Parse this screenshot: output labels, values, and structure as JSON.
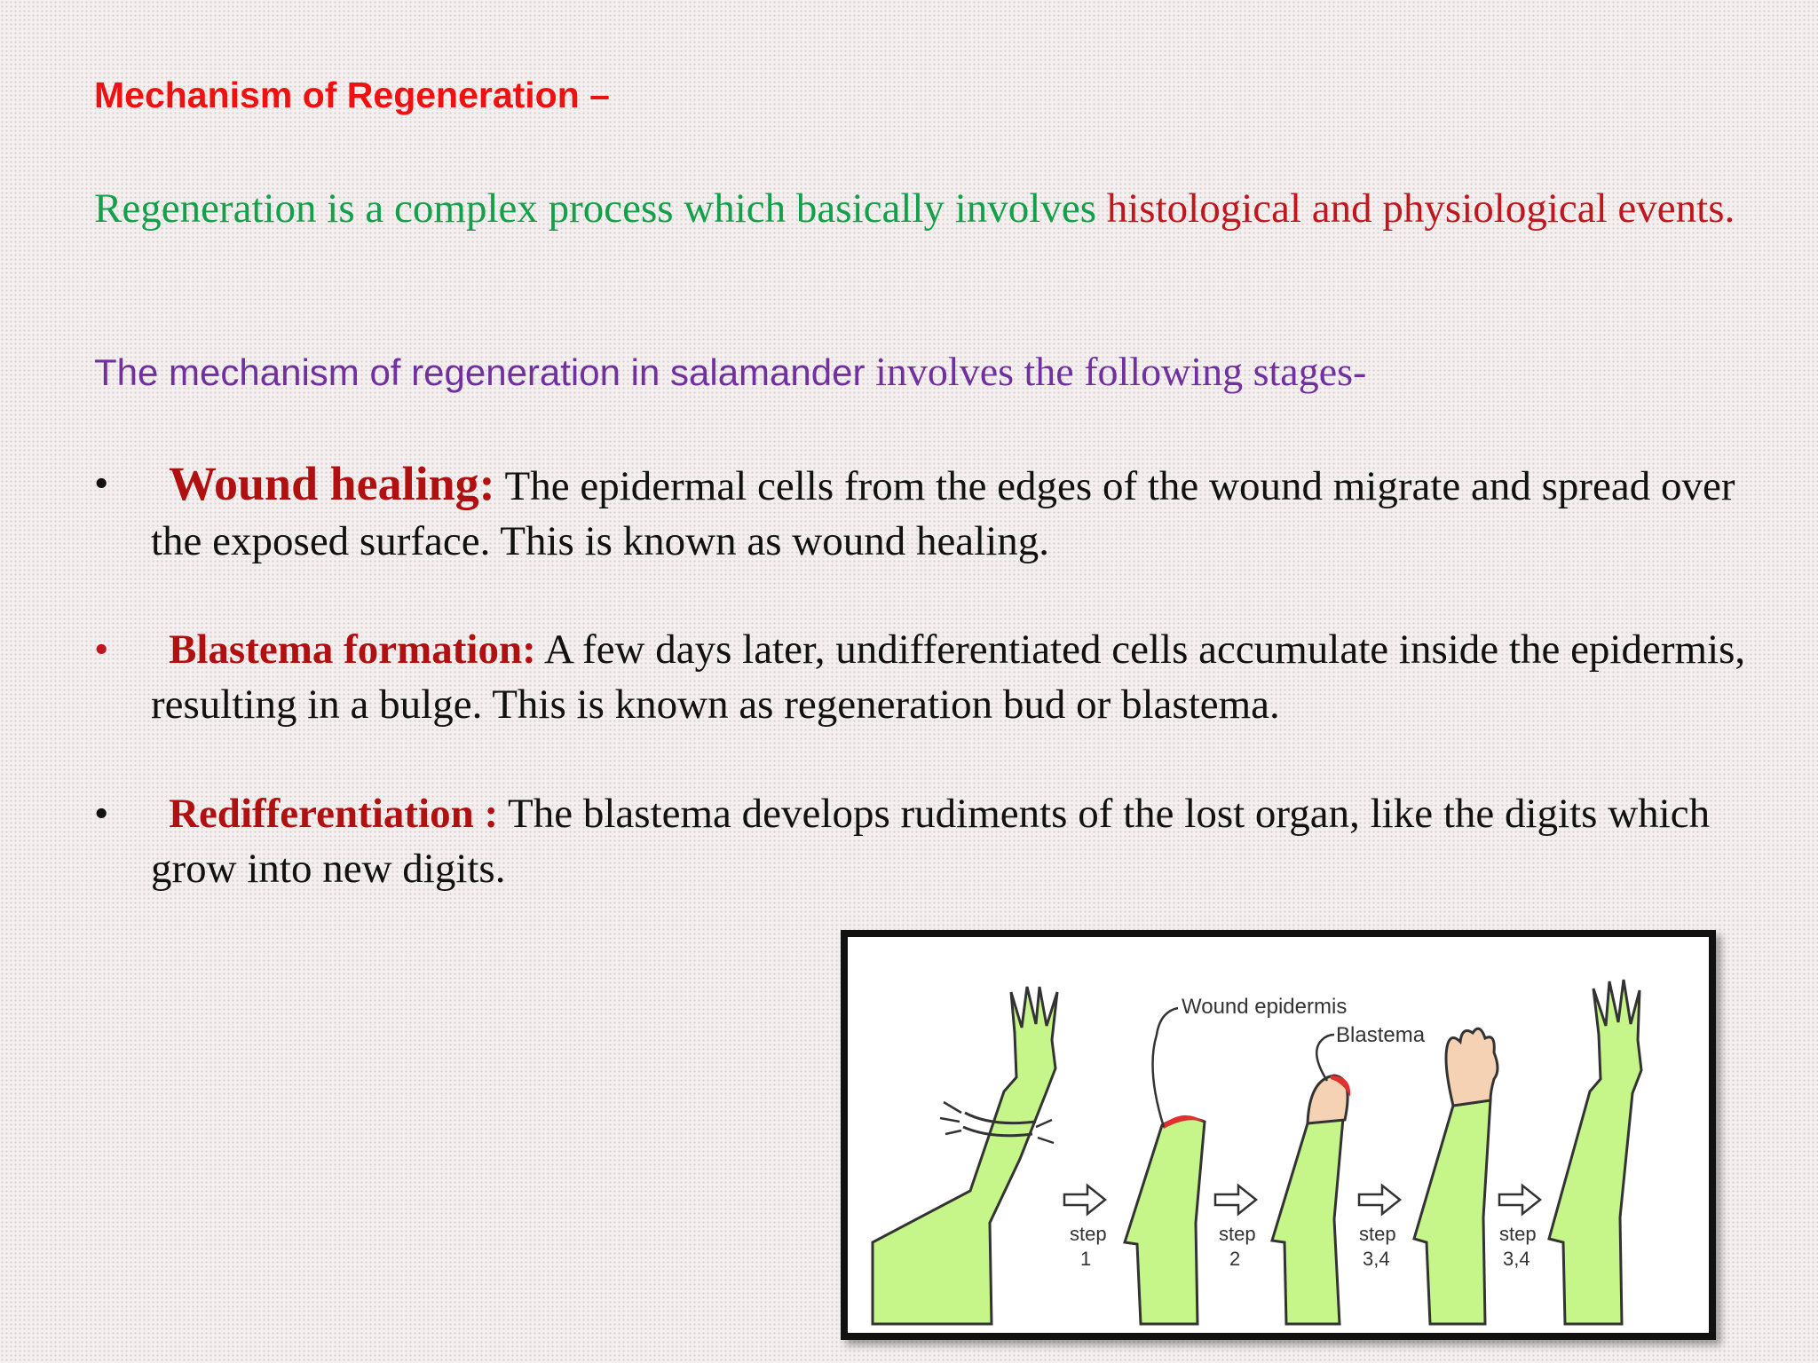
{
  "title": "Mechanism of Regeneration –",
  "intro": {
    "green_text": "Regeneration is a complex process which basically involves ",
    "maroon_text": "histological and physiological events."
  },
  "stages_intro": {
    "part1": "The mechanism of regeneration in salamander ",
    "part2": "involves the following stages-"
  },
  "bullets": [
    {
      "symbol": "•",
      "term": "Wound healing:",
      "text": " The epidermal cells from the edges of the wound migrate and spread over the exposed surface. This is known as wound healing."
    },
    {
      "symbol": "•",
      "term": "Blastema formation:",
      "text": " A few days later, undifferentiated cells accumulate inside the epidermis, resulting in a bulge. This is known as regeneration bud or blastema."
    },
    {
      "symbol": "•",
      "term": "Redifferentiation :",
      "text": " The blastema develops rudiments of the lost organ, like the digits which grow into new digits."
    }
  ],
  "figure": {
    "labels": {
      "wound_epidermis": "Wound epidermis",
      "blastema": "Blastema"
    },
    "steps": [
      {
        "word": "step",
        "number": "1"
      },
      {
        "word": "step",
        "number": "2"
      },
      {
        "word": "step",
        "number": "3,4"
      },
      {
        "word": "step",
        "number": "3,4"
      }
    ],
    "colors": {
      "limb": "#c6f58a",
      "outline": "#333333",
      "blastema": "#f6d2b4",
      "wound": "#e03030"
    }
  }
}
